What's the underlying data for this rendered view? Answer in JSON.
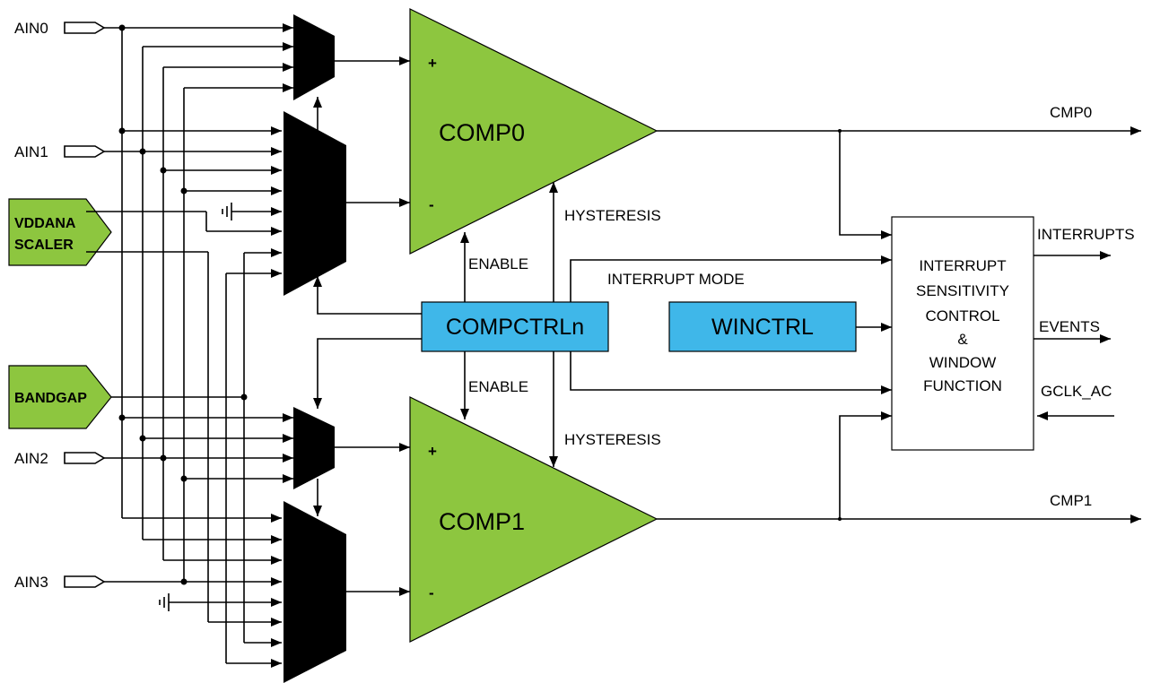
{
  "inputs": {
    "ain0": "AIN0",
    "ain1": "AIN1",
    "ain2": "AIN2",
    "ain3": "AIN3",
    "vddana_line1": "VDDANA",
    "vddana_line2": "SCALER",
    "bandgap": "BANDGAP"
  },
  "comparators": {
    "comp0": "COMP0",
    "comp1": "COMP1",
    "plus": "+",
    "minus": "-"
  },
  "controls": {
    "compctrl": "COMPCTRLn",
    "winctrl": "WINCTRL",
    "enable_top": "ENABLE",
    "enable_bottom": "ENABLE",
    "hysteresis_top": "HYSTERESIS",
    "hysteresis_bottom": "HYSTERESIS",
    "interrupt_mode": "INTERRUPT MODE"
  },
  "logic_block": {
    "line1": "INTERRUPT",
    "line2": "SENSITIVITY",
    "line3": "CONTROL",
    "line4": "&",
    "line5": "WINDOW",
    "line6": "FUNCTION"
  },
  "outputs": {
    "cmp0": "CMP0",
    "cmp1": "CMP1",
    "interrupts": "INTERRUPTS",
    "events": "EVENTS",
    "gclk": "GCLK_AC"
  },
  "colors": {
    "comparator_fill": "#8dc63f",
    "control_fill": "#3fb7e9",
    "mux_fill": "#000000"
  }
}
